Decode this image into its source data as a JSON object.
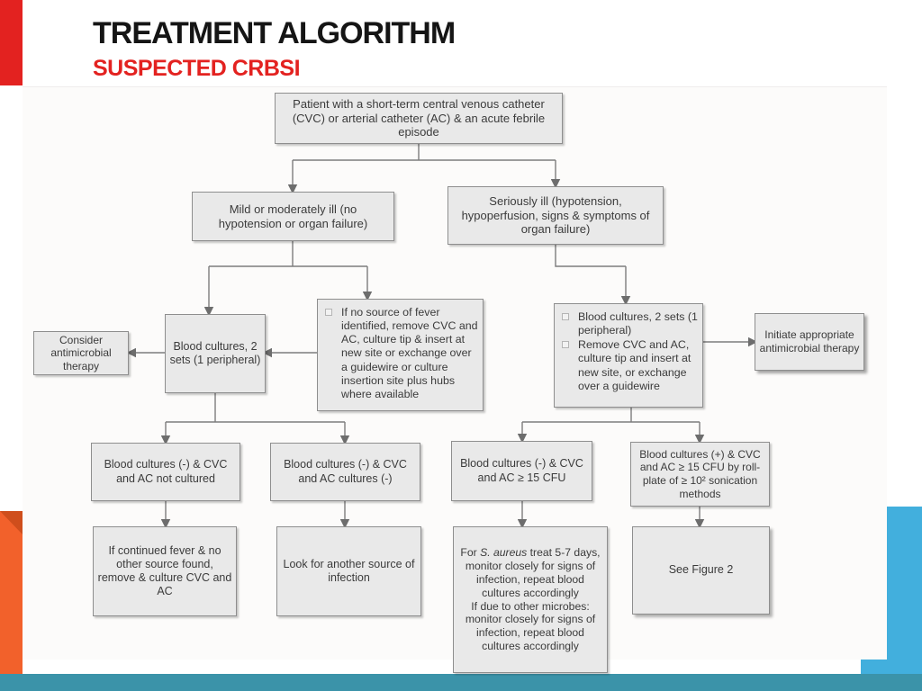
{
  "theme": {
    "red": "#e32220",
    "orange": "#f2612b",
    "orange-dark": "#cf4e1c",
    "teal": "#3b93a9",
    "sky": "#42afdd",
    "box-fill": "#e9e9e9",
    "box-border": "#8e8e8e",
    "line": "#7d7d7d",
    "text": "#3b3b3b"
  },
  "header": {
    "title": "TREATMENT ALGORITHM",
    "subtitle": "SUSPECTED CRBSI"
  },
  "flowchart": {
    "nodes": {
      "patient": {
        "text": "Patient with a short-term central venous catheter (CVC) or arterial catheter (AC) & an acute febrile episode"
      },
      "mild": {
        "text": "Mild or moderately ill (no hypotension or organ failure)"
      },
      "serious": {
        "text": "Seriously ill (hypotension, hypoperfusion, signs & symptoms of organ failure)"
      },
      "consider": {
        "text": "Consider antimicrobial therapy"
      },
      "blood_cultures": {
        "text": "Blood cultures, 2 sets (1 peripheral)"
      },
      "no_source": {
        "items": [
          "If no source of fever identified, remove CVC and AC, culture tip & insert at new site or exchange over a guidewire or culture insertion site plus hubs where available"
        ]
      },
      "serious_actions": {
        "items": [
          "Blood cultures, 2 sets (1 peripheral)",
          "Remove CVC and AC, culture tip and insert at new site, or exchange over a guidewire"
        ]
      },
      "initiate": {
        "text": "Initiate appropriate antimicrobial therapy"
      },
      "neg_not_cultured": {
        "text": "Blood cultures (-) & CVC and AC not cultured"
      },
      "neg_neg": {
        "text": "Blood cultures (-) & CVC and AC cultures (-)"
      },
      "neg_cfu_pos": {
        "text": "Blood cultures (-) & CVC and AC ≥ 15 CFU"
      },
      "pos_cfu_pos": {
        "text": "Blood cultures (+) & CVC and AC ≥ 15 CFU by roll-plate of ≥ 10² sonication methods"
      },
      "continued_fever": {
        "text": "If continued fever & no other source found, remove & culture CVC and AC"
      },
      "look_another": {
        "text": "Look for another source of infection"
      },
      "saureus": {
        "part1": "For ",
        "part1_italic": "S. aureus",
        "part2": " treat 5-7 days, monitor closely for signs of infection, repeat blood cultures accordingly",
        "part3": "If due to other microbes: monitor closely for signs of infection, repeat blood cultures accordingly"
      },
      "see_figure": {
        "text": "See Figure 2"
      }
    }
  }
}
